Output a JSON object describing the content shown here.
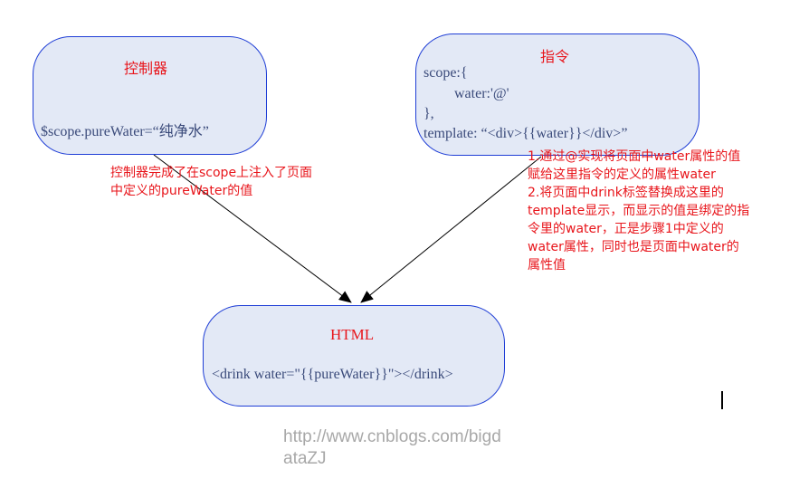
{
  "controller": {
    "title": "控制器",
    "code": "$scope.pureWater=“纯净水”"
  },
  "directive": {
    "title": "指令",
    "lines": [
      "scope:{",
      "water:'@'",
      "},",
      "template: “<div>{{water}}</div>”"
    ]
  },
  "html": {
    "title": "HTML",
    "code": "<drink water=\"{{pureWater}}\"></drink>"
  },
  "annotations": {
    "controller_note": [
      "控制器完成了在scope上注入了页面",
      "中定义的pureWater的值"
    ],
    "directive_note": [
      "1.通过@实现将页面中water属性的值",
      "赋给这里指令的定义的属性water",
      "2.将页面中drink标签替换成这里的",
      "template显示，而显示的值是绑定的指",
      "令里的water，正是步骤1中定义的",
      "water属性，同时也是页面中water的",
      "属性值"
    ]
  },
  "watermark": {
    "lines": [
      "http://www.cnblogs.com/bigd",
      "ataZJ"
    ]
  },
  "colors": {
    "node_border": "#1f3ed6",
    "node_fill": "#e3e9f6",
    "title_text": "#e8151b",
    "body_text": "#3a4a7a",
    "note_text": "#e8151b"
  }
}
